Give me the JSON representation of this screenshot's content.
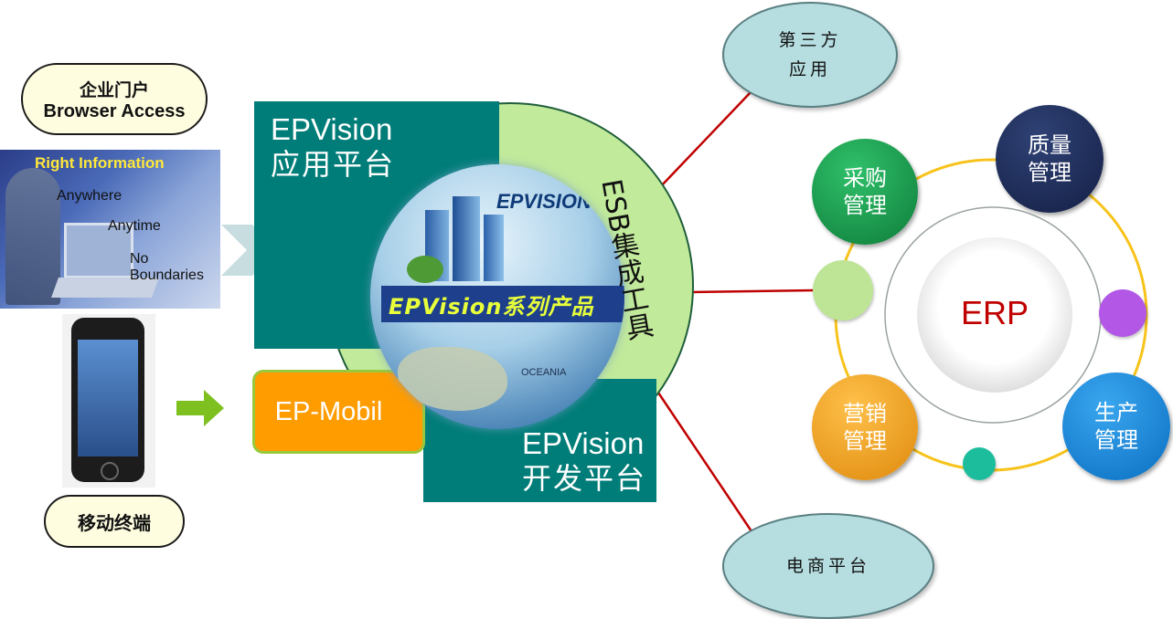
{
  "portal": {
    "line1": "企业门户",
    "line2": "Browser Access"
  },
  "browser_image": {
    "line1": "Right Information",
    "line2": "Anywhere",
    "line3": "Anytime",
    "line4": "No Boundaries"
  },
  "mobile": {
    "label": "移动终端"
  },
  "app_platform": {
    "en": "EPVision",
    "cn": "应用平台"
  },
  "mobile_platform": {
    "label": "EP-Mobil"
  },
  "dev_platform": {
    "en": "EPVision",
    "cn": "开发平台"
  },
  "globe": {
    "brand": "EPVISION",
    "banner": "EPVision系列产品",
    "ocean": "OCEANIA"
  },
  "esb": {
    "label": "ESB集成工具"
  },
  "third_party": {
    "line1": "第三方",
    "line2": "应用"
  },
  "ecommerce": {
    "label": "电商平台"
  },
  "erp": {
    "center": "ERP",
    "purchase": {
      "line1": "采购",
      "line2": "管理"
    },
    "quality": {
      "line1": "质量",
      "line2": "管理"
    },
    "sales": {
      "line1": "营销",
      "line2": "管理"
    },
    "production": {
      "line1": "生产",
      "line2": "管理"
    }
  },
  "colors": {
    "teal_panel": "#007d78",
    "light_green": "#c2ea9b",
    "orange": "#ff9c00",
    "purchase": "#159a49",
    "quality": "#1b2a57",
    "sales": "#f0a01e",
    "production": "#1289dc",
    "connector": "#c00000",
    "ring": "#f7c31b",
    "purple_dot": "#b257e6",
    "teal_dot": "#1bbd9c",
    "green_dot": "#bde595",
    "erp_text": "#c00000"
  }
}
